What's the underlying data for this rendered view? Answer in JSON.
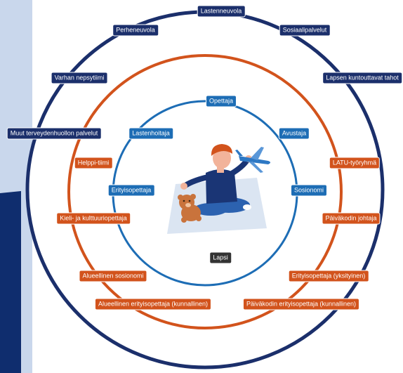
{
  "colors": {
    "outer_ring": "#1b2f6b",
    "middle_ring": "#d2531c",
    "inner_ring": "#1d6db5",
    "center_label": "#333333",
    "left_panel": "#c9d7ec",
    "left_block": "#0f2d6e"
  },
  "rings": {
    "outer": [
      "Lastenneuvola",
      "Sosiaalipalvelut",
      "Lapsen kuntouttavat tahot",
      "Perheneuvola",
      "Varhan nepsytiimi",
      "Muut terveydenhuollon palvelut"
    ],
    "middle": [
      "LATU-työryhmä",
      "Päiväkodin johtaja",
      "Erityisopettaja (yksityinen)",
      "Päiväkodin erityisopettaja (kunnallinen)",
      "Helppi-tiimi",
      "Kieli- ja kulttuuriopettaja",
      "Alueellinen sosionomi",
      "Alueellinen erityisopettaja (kunnallinen)"
    ],
    "inner": [
      "Opettaja",
      "Avustaja",
      "Sosionomi",
      "Lastenhoitaja",
      "Erityisopettaja"
    ]
  },
  "center": {
    "label": "Lapsi",
    "illustration": "child-playing-with-airplane-icon"
  }
}
